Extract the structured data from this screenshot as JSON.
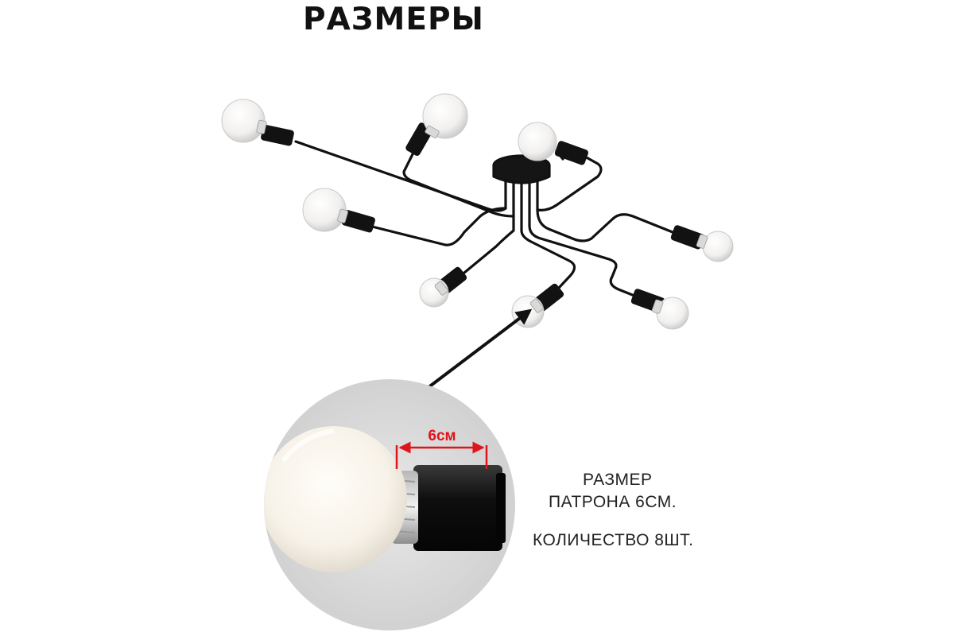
{
  "heading": "РАЗМЕРЫ",
  "dimension_label": "6см",
  "specs": {
    "line1": "РАЗМЕР",
    "line2": "ПАТРОНА 6СМ.",
    "line3": "КОЛИЧЕСТВО 8ШТ."
  },
  "colors": {
    "text": "#111111",
    "fixture": "#111111",
    "dimension": "#e0141b",
    "detail_background": "#d9d9d9",
    "bulb": "#f3f1ec"
  },
  "icons": {
    "fixture": "ceiling-lamp-8-arms-icon",
    "pointer": "arrow-icon",
    "detail": "bulb-socket-detail-icon"
  }
}
